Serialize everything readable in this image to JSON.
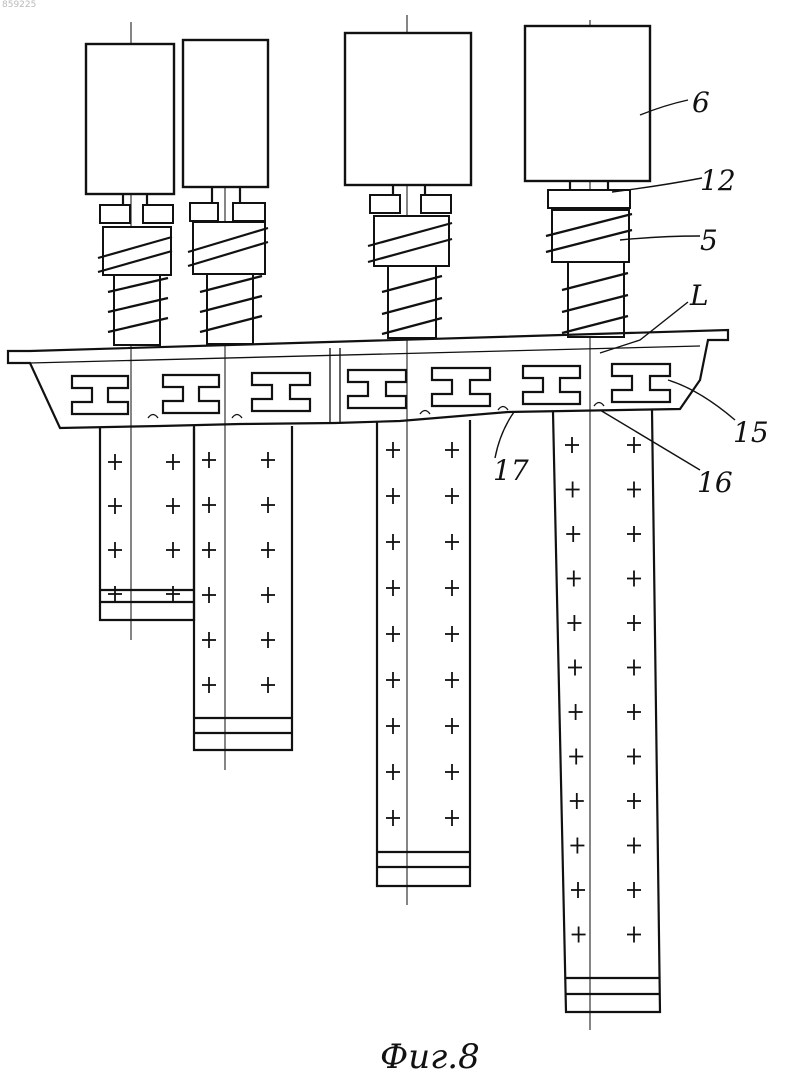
{
  "document": {
    "stamp": "859225",
    "caption": "Фиг.8"
  },
  "labels": {
    "l6": "6",
    "l12": "12",
    "l5": "5",
    "lL": "L",
    "l15": "15",
    "l16": "16",
    "l17": "17"
  }
}
